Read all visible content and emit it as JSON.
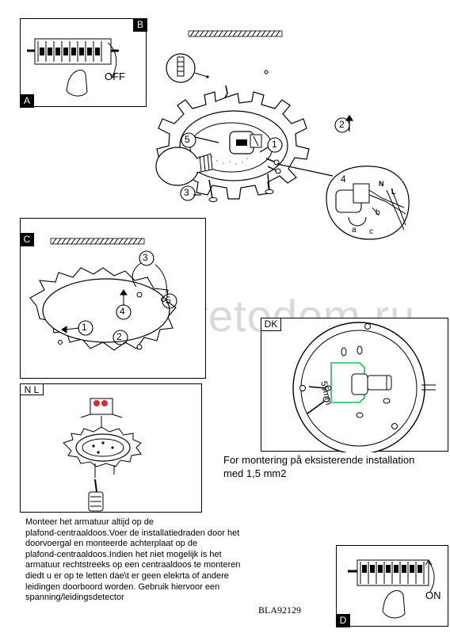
{
  "panels": {
    "a": {
      "tag": "A"
    },
    "b": {
      "tag": "B",
      "switch_label": "OFF"
    },
    "c": {
      "tag": "C"
    },
    "d": {
      "tag": "D",
      "switch_label": "ON"
    },
    "dk": {
      "tag": "DK",
      "dimension": "55mm"
    },
    "nl": {
      "tag": "N L"
    }
  },
  "main_steps": {
    "s1": "1",
    "s2": "2",
    "s3": "3",
    "s4": "4",
    "s5": "5"
  },
  "detail_labels": {
    "n": "N",
    "l": "L",
    "a": "a",
    "b": "b",
    "c": "c"
  },
  "c_steps": {
    "s1": "1",
    "s2": "2",
    "s3": "3",
    "s4": "4",
    "s5": "5"
  },
  "dk_note": {
    "line1": "For montering på eksisterende installation",
    "line2": "med 1,5 mm2"
  },
  "nl_text": {
    "lines": [
      "Monteer het armatuur altijd op de",
      "plafond-centraaldoos.Voer de installatiedraden door het",
      "doorvoergal en monteerde achterplaat op de",
      "plafond-centraaldoos.Indien het niet mogelijk is het",
      "armatuur rechtstreeks op een centraaldoos te monteren",
      "diedt u er op te letten dae\\t er geen elekrta of andere",
      "leidingen doorboord worden. Gebruik hiervoor een",
      "spanning/leidingsdetector"
    ]
  },
  "doc_code": "BLA92129",
  "watermark": "svetodom.ru"
}
